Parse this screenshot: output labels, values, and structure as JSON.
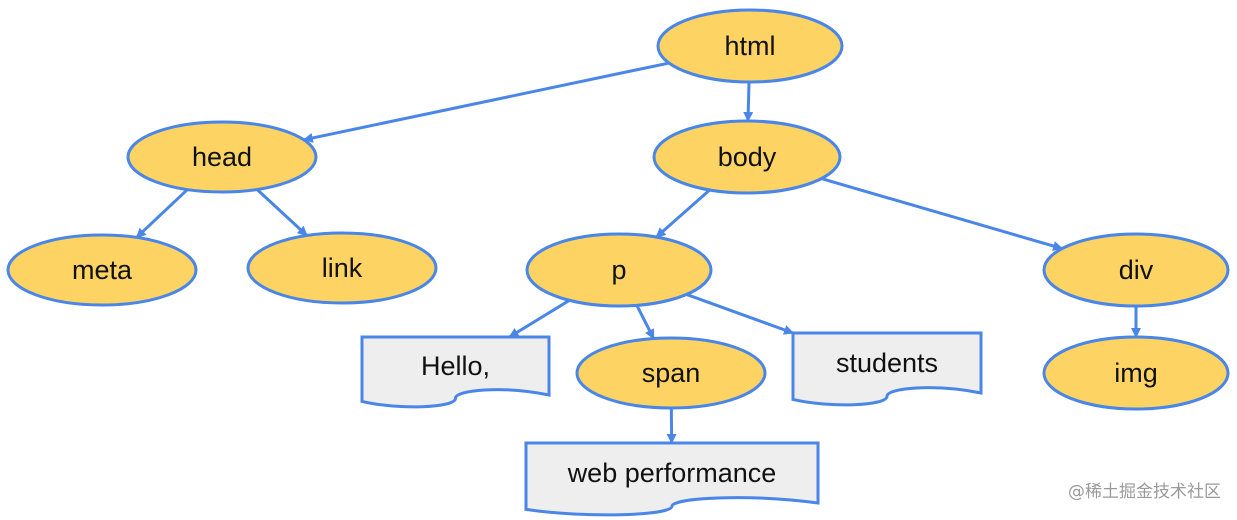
{
  "nodes": [
    {
      "id": "html",
      "label": "html",
      "shape": "ellipse"
    },
    {
      "id": "head",
      "label": "head",
      "shape": "ellipse"
    },
    {
      "id": "body",
      "label": "body",
      "shape": "ellipse"
    },
    {
      "id": "meta",
      "label": "meta",
      "shape": "ellipse"
    },
    {
      "id": "link",
      "label": "link",
      "shape": "ellipse"
    },
    {
      "id": "p",
      "label": "p",
      "shape": "ellipse"
    },
    {
      "id": "div",
      "label": "div",
      "shape": "ellipse"
    },
    {
      "id": "hello",
      "label": "Hello,",
      "shape": "document"
    },
    {
      "id": "span",
      "label": "span",
      "shape": "ellipse"
    },
    {
      "id": "students",
      "label": "students",
      "shape": "document"
    },
    {
      "id": "img",
      "label": "img",
      "shape": "ellipse"
    },
    {
      "id": "webperf",
      "label": "web performance",
      "shape": "document"
    }
  ],
  "edges": [
    {
      "from": "html",
      "to": "head"
    },
    {
      "from": "html",
      "to": "body"
    },
    {
      "from": "head",
      "to": "meta"
    },
    {
      "from": "head",
      "to": "link"
    },
    {
      "from": "body",
      "to": "p"
    },
    {
      "from": "body",
      "to": "div"
    },
    {
      "from": "p",
      "to": "hello"
    },
    {
      "from": "p",
      "to": "span"
    },
    {
      "from": "p",
      "to": "students"
    },
    {
      "from": "span",
      "to": "webperf"
    },
    {
      "from": "div",
      "to": "img"
    }
  ],
  "colors": {
    "node_fill": "#fdd463",
    "stroke": "#4a86e8",
    "doc_fill": "#eeeeee"
  },
  "watermark": "@稀土掘金技术社区"
}
